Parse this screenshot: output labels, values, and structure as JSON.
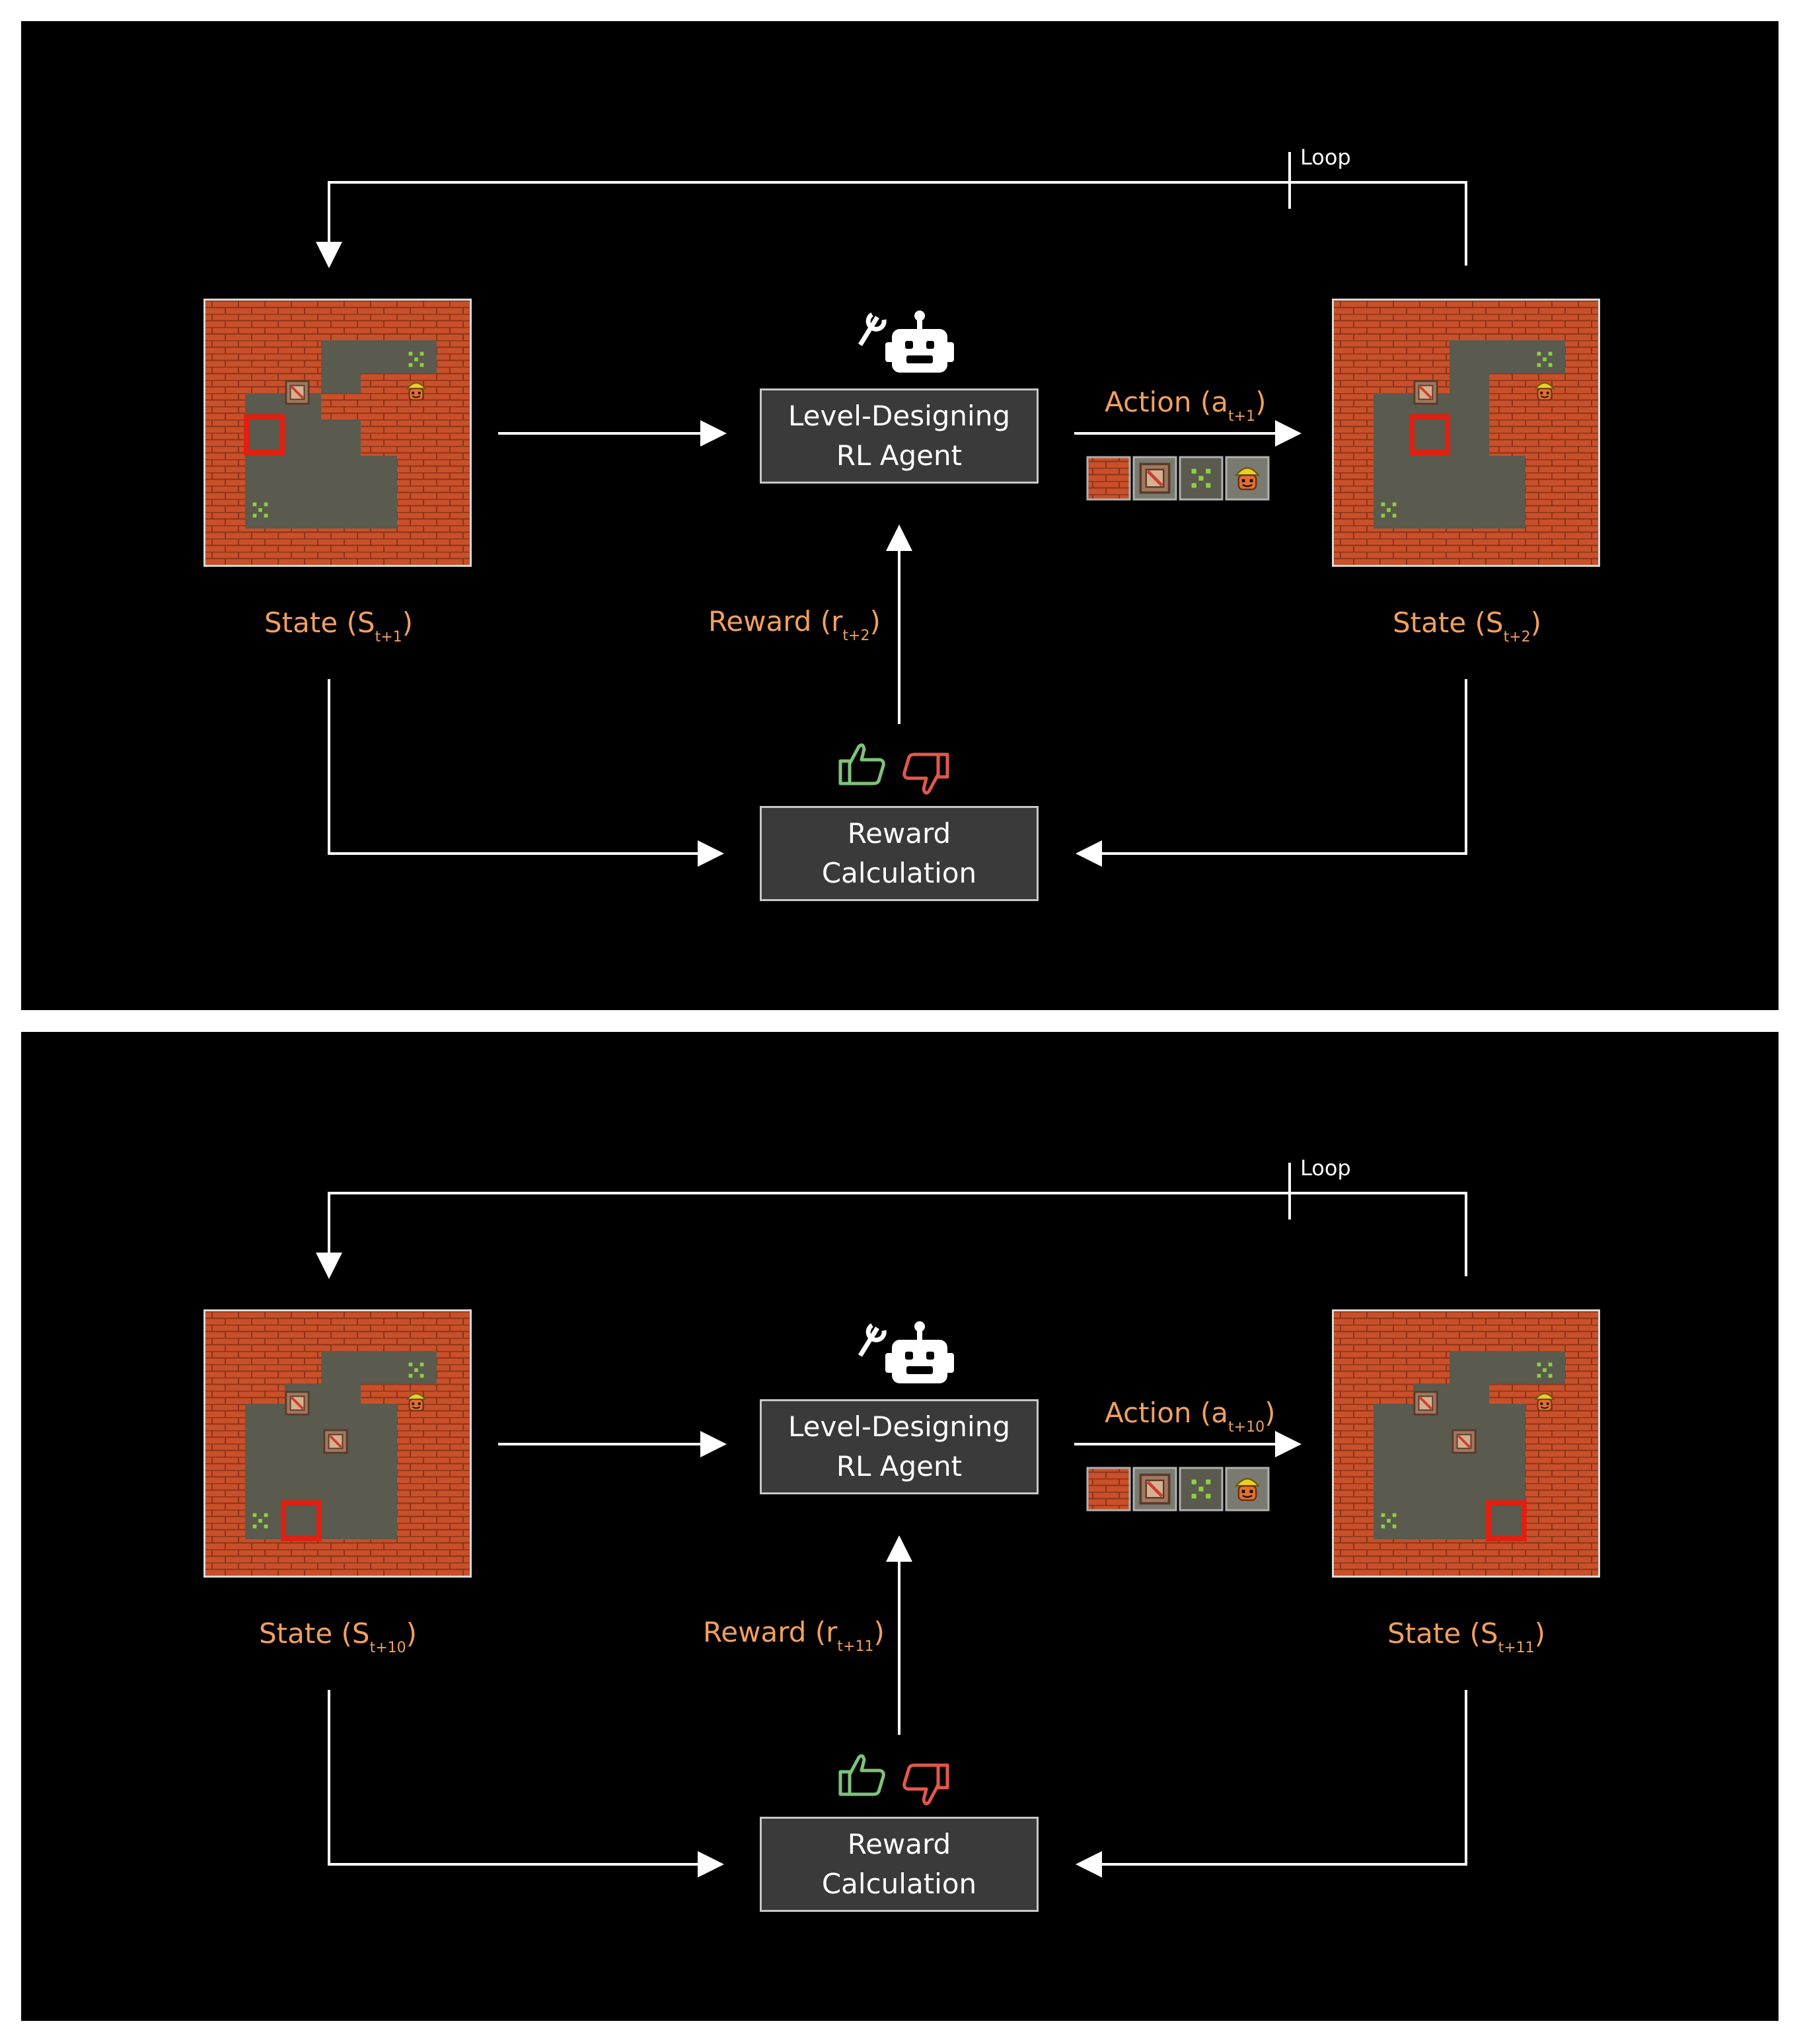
{
  "panels": [
    {
      "agent_box": {
        "line1": "Level-Designing",
        "line2": "RL Agent"
      },
      "reward_box": {
        "line1": "Reward",
        "line2": "Calculation"
      },
      "action_label": {
        "text": "Action (a",
        "sub": "t+1",
        "close": ")"
      },
      "reward_label": {
        "text": "Reward (r",
        "sub": "t+2",
        "close": ")"
      },
      "state_left_label": {
        "text": "State (S",
        "sub": "t+1",
        "close": ")"
      },
      "state_right_label": {
        "text": "State (S",
        "sub": "t+2",
        "close": ")"
      },
      "loop_label": "Loop",
      "icons": {
        "agent": "robot-with-wrench-icon",
        "reward": [
          "thumbs-up-icon",
          "thumbs-down-icon"
        ]
      },
      "action_palette": [
        "wall-tile",
        "box-tile",
        "goal-tile",
        "player-tile"
      ]
    },
    {
      "agent_box": {
        "line1": "Level-Designing",
        "line2": "RL Agent"
      },
      "reward_box": {
        "line1": "Reward",
        "line2": "Calculation"
      },
      "action_label": {
        "text": "Action (a",
        "sub": "t+10",
        "close": ")"
      },
      "reward_label": {
        "text": "Reward (r",
        "sub": "t+11",
        "close": ")"
      },
      "state_left_label": {
        "text": "State (S",
        "sub": "t+10",
        "close": ")"
      },
      "state_right_label": {
        "text": "State (S",
        "sub": "t+11",
        "close": ")"
      },
      "loop_label": "Loop",
      "icons": {
        "agent": "robot-with-wrench-icon",
        "reward": [
          "thumbs-up-icon",
          "thumbs-down-icon"
        ]
      },
      "action_palette": [
        "wall-tile",
        "box-tile",
        "goal-tile",
        "player-tile"
      ]
    }
  ],
  "colors": {
    "background": "#000000",
    "label_orange": "#f0a060",
    "box_fill": "#3a3a3a",
    "brick": "#c8502a",
    "floor": "#5a5a4e",
    "cursor_red": "#e02010",
    "thumbs_up": "#7fc27a",
    "thumbs_down": "#e2574c"
  }
}
